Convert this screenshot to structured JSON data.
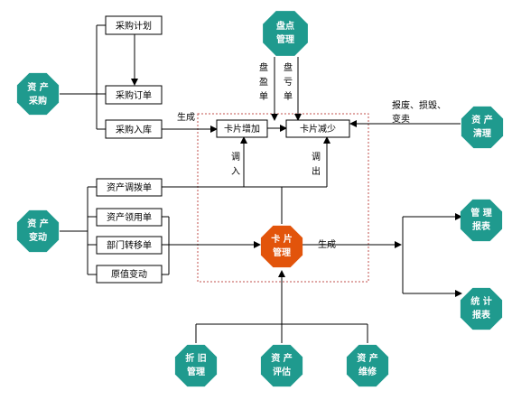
{
  "colors": {
    "teal_octagon": "#1f9a8e",
    "orange_octagon": "#e2540b",
    "dashed_border": "#c0504d"
  },
  "nodes": {
    "asset_purchase": [
      "资 产",
      "采购"
    ],
    "inventory_mgmt": [
      "盘点",
      "管理"
    ],
    "asset_cleanup": [
      "资 产",
      "清理"
    ],
    "asset_change": [
      "资 产",
      "变动"
    ],
    "card_mgmt": [
      "卡 片",
      "管理"
    ],
    "mgmt_report": [
      "管 理",
      "报表"
    ],
    "stat_report": [
      "统 计",
      "报表"
    ],
    "depreciation": [
      "折 旧",
      "管理"
    ],
    "asset_eval": [
      "资 产",
      "评估"
    ],
    "asset_repair": [
      "资 产",
      "维修"
    ]
  },
  "boxes": {
    "purchase_plan": "采购计划",
    "purchase_order": "采购订单",
    "purchase_in": "采购入库",
    "card_add": "卡片增加",
    "card_reduce": "卡片减少",
    "transfer_doc": "资产调拨单",
    "requisition": "资产领用单",
    "dept_move": "部门转移单",
    "value_change": "原值变动"
  },
  "labels": {
    "generate_top": "生成",
    "generate_mid": "生成",
    "surplus": [
      "盘",
      "盈",
      "单"
    ],
    "loss": [
      "盘",
      "亏",
      "单"
    ],
    "transfer_in": [
      "调",
      "入"
    ],
    "transfer_out": [
      "调",
      "出"
    ],
    "scrap_line1": "报废、损毁、",
    "scrap_line2": "变卖"
  }
}
